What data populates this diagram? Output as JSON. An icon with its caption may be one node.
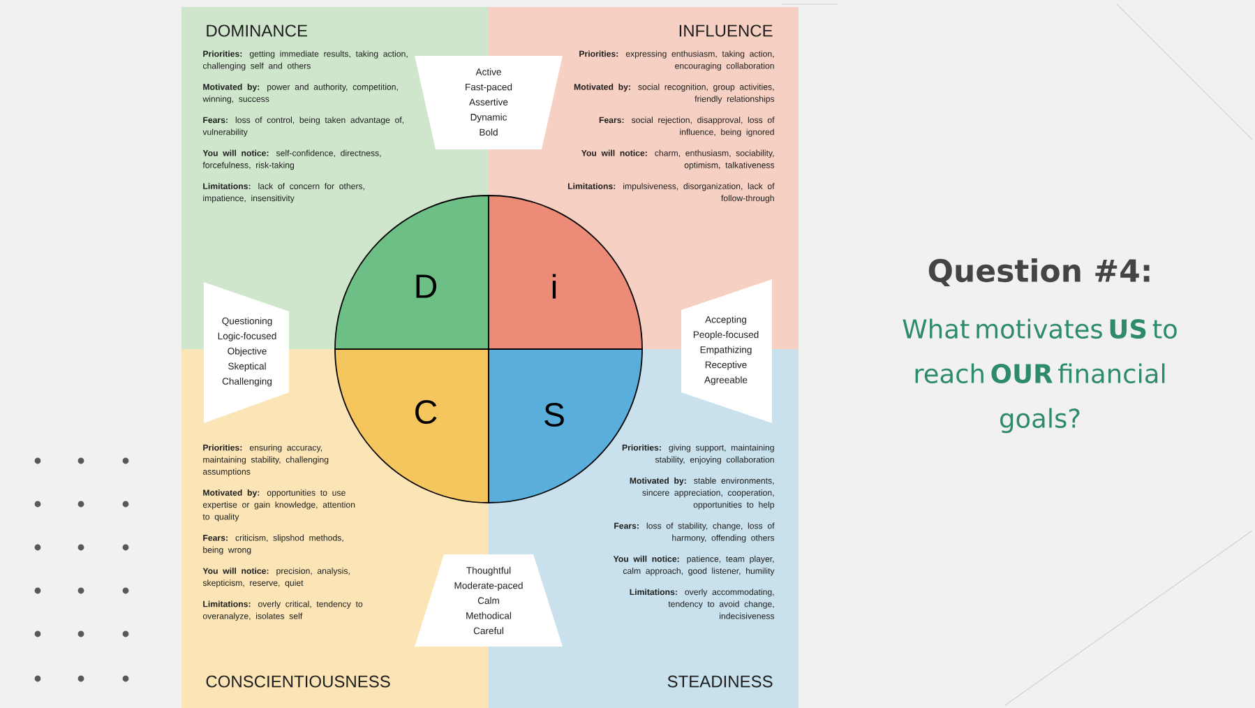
{
  "diagram": {
    "title": "Question #4:",
    "nodes": [
      {
        "text": [
          "DOMINANCE",
          "**Priorities:** getting immediate results, taking action, challenging self and others",
          "**Motivated by:** power and authority, competition, winning, success",
          "**Fears:** loss of control, being taken advantage of, vulnerability",
          "**You will notice:** self-confidence, directness, forcefulness, risk-taking",
          "**Limitations:** lack of concern for others, impatience, insensitivity"
        ]
      },
      {
        "text": [
          "D"
        ],
        "in": 0
      },
      {
        "text": [
          "Active Fast-paced Assertive Dynamic Bold"
        ]
      },
      {
        "text": [
          "INFLUENCE",
          "**Priorities:** expressing enthusiasm, taking action, encouraging collaboration",
          "**Motivated by:** social recognition, group activities, friendly relationships",
          "**Fears:** social rejection, disapproval, loss of influence, being ignored",
          "**You will notice:** charm, enthusiasm, sociability, optimism, talkativeness",
          "**Limitations:** impulsiveness, disorganization, lack of follow-through"
        ]
      },
      {
        "text": [
          "i"
        ],
        "in": 3
      },
      {
        "text": [
          "Questioning Logic-focused Objective Skeptical Challenging"
        ]
      },
      {
        "text": [
          "Accepting People-focused Empathizing Receptive Agreeable"
        ]
      },
      {
        "text": [
          "**Priorities:** ensuring accuracy, maintaining stability, challenging assumptions",
          "**Motivated by:** opportunities to use expertise or gain knowledge, attention to quality",
          "**Fears:** criticism, slipshod methods, being wrong",
          "**You will notice:** precision, analysis, skepticism, reserve, quiet",
          "**Limitations:** overly critical, tendency to overanalyze, isolates self",
          "CONSCIENTIOUSNESS"
        ]
      },
      {
        "text": [
          "C"
        ],
        "in": 7
      },
      {
        "text": [
          "**Priorities:** giving support, maintaining stability, enjoying collaboration",
          "**Motivated by:** stable environments, sincere appreciation, cooperation, opportunities to help",
          "**Fears:** loss of stability, change, loss of harmony, offending others",
          "**You will notice:** patience, team player, calm approach, good listener, humility",
          "**Limitations:** overly accommodating, tendency to avoid change, indecisiveness",
          "STEADINESS"
        ]
      },
      {
        "text": [
          "S"
        ],
        "in": 9
      },
      {
        "text": [
          "Thoughtful Moderate-paced Calm Methodical Careful"
        ]
      }
    ],
    "labels": [
      "What motivates **US** to reach **OUR** financial goals?"
    ]
  }
}
